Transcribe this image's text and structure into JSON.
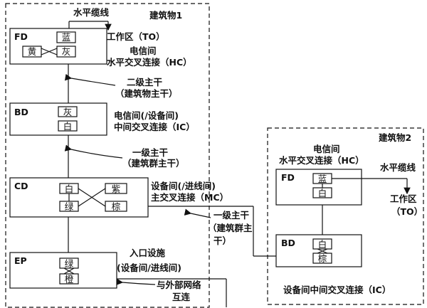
{
  "building1": {
    "title": "建筑物1"
  },
  "building2": {
    "title": "建筑物2"
  },
  "labels": {
    "hcable1": "水平缆线",
    "to1": "工作区（TO）",
    "telecom1_l1": "电信间",
    "telecom1_l2": "水平交叉连接（HC）",
    "sec_backbone_l1": "二级主干",
    "sec_backbone_l2": "（建筑物主干）",
    "bd_room_l1": "电信间(/设备间)",
    "bd_room_l2": "中间交叉连接（IC）",
    "pri_backbone_l1": "一级主干",
    "pri_backbone_l2": "（建筑群主干）",
    "cd_room_l1": "设备间(/进线间)",
    "cd_room_l2": "主交叉连接（MC）",
    "pri_backbone2_l1": "一级主干",
    "pri_backbone2_l2": "（建筑群主",
    "pri_backbone2_l3": "干）",
    "ep_l1": "入口设施",
    "ep_l2": "(设备间/进线间)",
    "ext_l1": "与外部网络",
    "ext_l2": "互连",
    "telecom2_l1": "电信间",
    "telecom2_l2": "水平交叉连接（HC）",
    "hcable2": "水平缆线",
    "to2_l1": "工作区",
    "to2_l2": "（TO）",
    "ic2": "设备间中间交叉连接（IC）"
  },
  "boxes": {
    "fd": {
      "name": "FD",
      "blue": "蓝",
      "gray": "灰",
      "yellow": "黄"
    },
    "bd": {
      "name": "BD",
      "gray": "灰",
      "white": "白"
    },
    "cd": {
      "name": "CD",
      "white": "白",
      "green": "绿",
      "purple": "紫",
      "brown": "棕"
    },
    "ep": {
      "name": "EP",
      "green": "绿",
      "orange": "橙"
    },
    "fd2": {
      "name": "FD",
      "blue": "蓝",
      "white": "白"
    },
    "bd2": {
      "name": "BD",
      "white": "白",
      "brown": "棕"
    }
  }
}
